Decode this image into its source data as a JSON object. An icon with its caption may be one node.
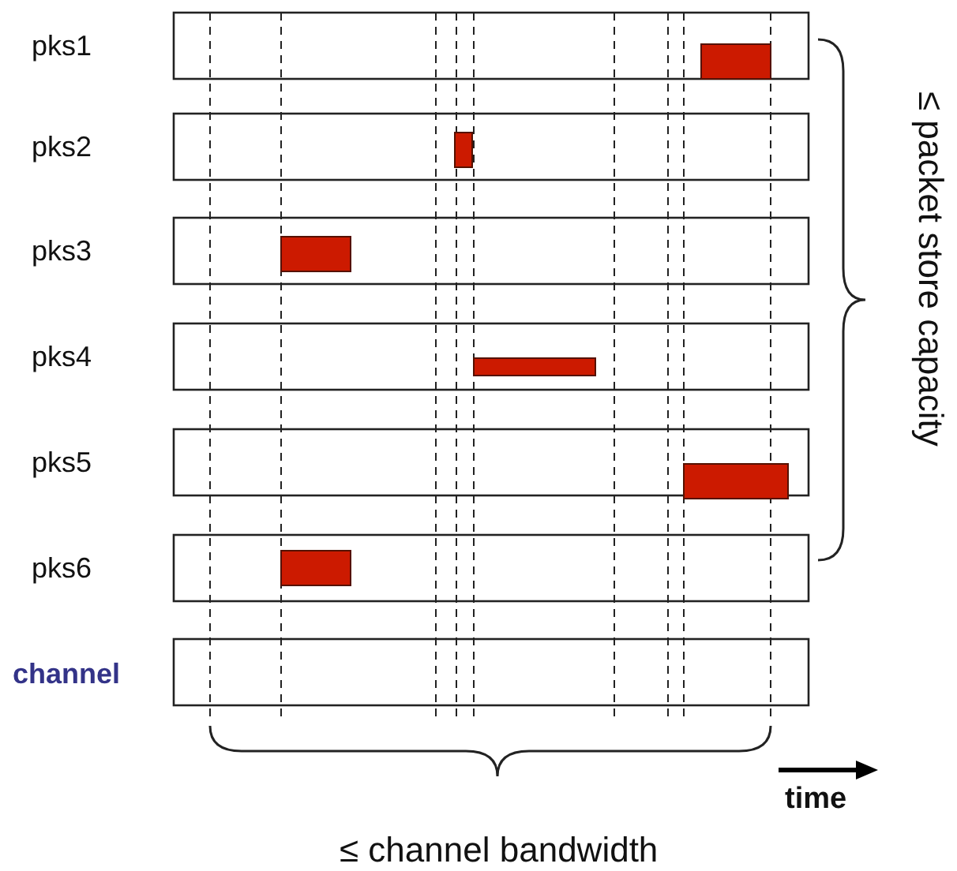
{
  "diagram": {
    "labels": [
      "pks1",
      "pks2",
      "pks3",
      "pks4",
      "pks5",
      "pks6",
      "channel",
      "≤ packet store capacity",
      "time",
      "≤ channel bandwidth"
    ]
  }
}
